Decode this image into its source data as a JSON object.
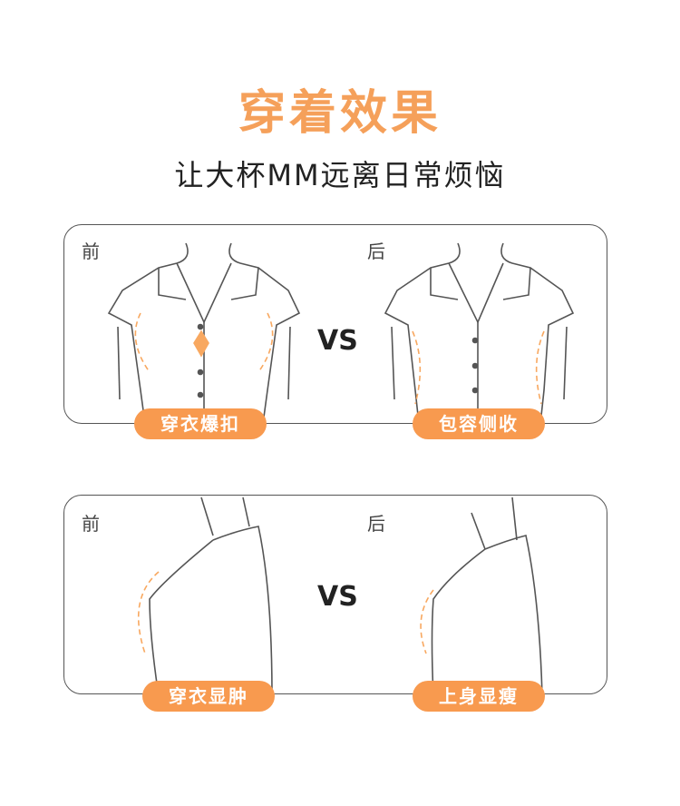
{
  "header": {
    "title": "穿着效果",
    "subtitle": "让大杯MM远离日常烦恼"
  },
  "panels": [
    {
      "before_label": "前",
      "after_label": "后",
      "vs": "VS",
      "before_badge": "穿衣爆扣",
      "after_badge": "包容侧收"
    },
    {
      "before_label": "前",
      "after_label": "后",
      "vs": "VS",
      "before_badge": "穿衣显肿",
      "after_badge": "上身显瘦"
    }
  ],
  "colors": {
    "accent": "#f89a4f",
    "title": "#f5a05a"
  }
}
